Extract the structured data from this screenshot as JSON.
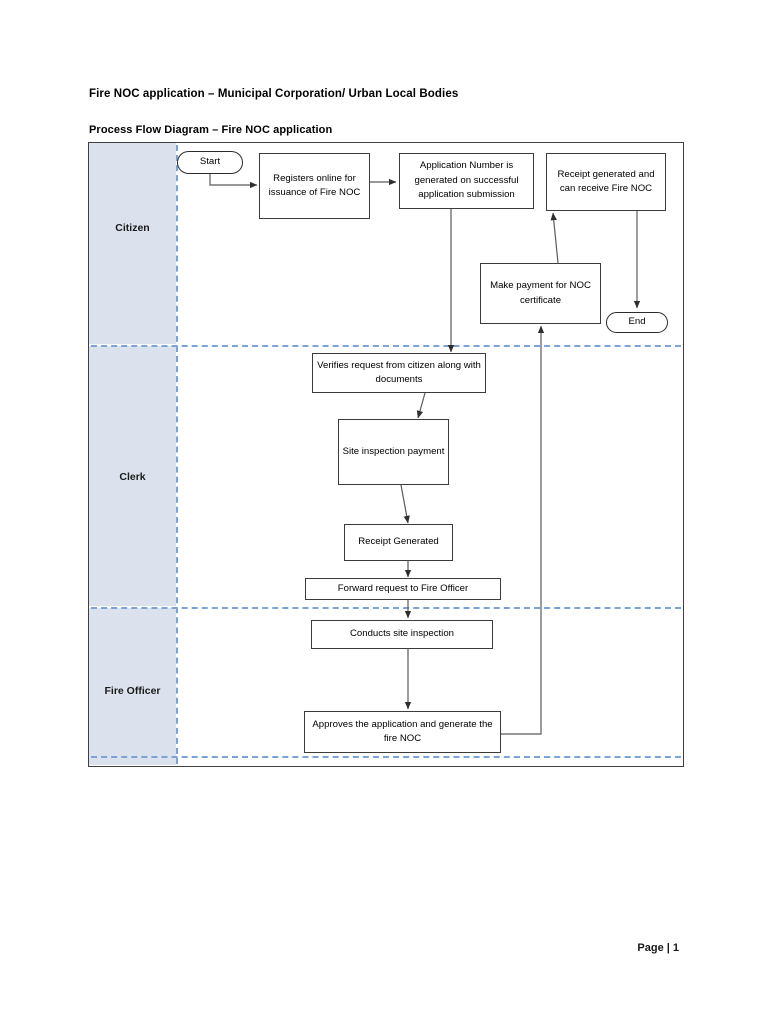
{
  "document": {
    "title": "Fire NOC application – Municipal Corporation/ Urban Local Bodies",
    "subtitle": "Process Flow Diagram – Fire NOC application",
    "page_footer": "Page | 1"
  },
  "colors": {
    "lane_label_fill": "#dce2ed",
    "lane_divider": "#7ba3d6",
    "node_border": "#3b3b3b",
    "frame_border": "#3f3f3f",
    "connector": "#3f3f3f"
  },
  "diagram": {
    "type": "swimlane-flowchart",
    "lanes": [
      {
        "id": "citizen",
        "label": "Citizen"
      },
      {
        "id": "clerk",
        "label": "Clerk"
      },
      {
        "id": "fire-officer",
        "label": "Fire Officer"
      }
    ],
    "nodes": [
      {
        "id": "start",
        "lane": "citizen",
        "shape": "terminator",
        "label": "Start"
      },
      {
        "id": "register",
        "lane": "citizen",
        "shape": "process",
        "label": "Registers online for issuance of Fire NOC"
      },
      {
        "id": "app-number",
        "lane": "citizen",
        "shape": "process",
        "label": "Application Number is generated on successful application submission"
      },
      {
        "id": "receipt-fire-noc",
        "lane": "citizen",
        "shape": "process",
        "label": "Receipt generated and can receive Fire NOC"
      },
      {
        "id": "make-payment",
        "lane": "citizen",
        "shape": "process",
        "label": "Make payment for NOC certificate"
      },
      {
        "id": "end",
        "lane": "citizen",
        "shape": "terminator",
        "label": "End"
      },
      {
        "id": "verify",
        "lane": "clerk",
        "shape": "process",
        "label": "Verifies request from citizen along with documents"
      },
      {
        "id": "site-inspection-payment",
        "lane": "clerk",
        "shape": "process",
        "label": "Site inspection payment"
      },
      {
        "id": "receipt-generated",
        "lane": "clerk",
        "shape": "process",
        "label": "Receipt Generated"
      },
      {
        "id": "forward-request",
        "lane": "clerk",
        "shape": "process",
        "label": "Forward request to Fire Officer"
      },
      {
        "id": "conducts-inspection",
        "lane": "fire-officer",
        "shape": "process",
        "label": "Conducts site inspection"
      },
      {
        "id": "approves",
        "lane": "fire-officer",
        "shape": "process",
        "label": "Approves the application and generate the fire NOC"
      }
    ],
    "edges": [
      {
        "from": "start",
        "to": "register"
      },
      {
        "from": "register",
        "to": "app-number"
      },
      {
        "from": "app-number",
        "to": "verify"
      },
      {
        "from": "verify",
        "to": "site-inspection-payment"
      },
      {
        "from": "site-inspection-payment",
        "to": "receipt-generated"
      },
      {
        "from": "receipt-generated",
        "to": "forward-request"
      },
      {
        "from": "forward-request",
        "to": "conducts-inspection"
      },
      {
        "from": "conducts-inspection",
        "to": "approves"
      },
      {
        "from": "approves",
        "to": "make-payment"
      },
      {
        "from": "make-payment",
        "to": "receipt-fire-noc"
      },
      {
        "from": "receipt-fire-noc",
        "to": "end"
      }
    ]
  }
}
